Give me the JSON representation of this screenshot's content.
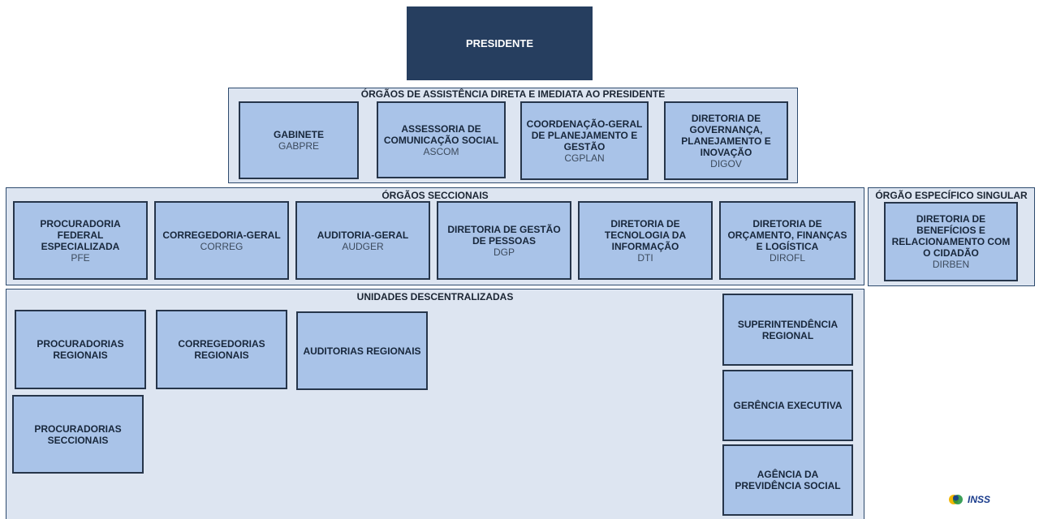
{
  "presidente": "PRESIDENTE",
  "assistencia": {
    "title": "ÓRGÃOS DE ASSISTÊNCIA DIRETA E IMEDIATA AO PRESIDENTE",
    "boxes": [
      {
        "title": "GABINETE",
        "abbr": "GABPRE"
      },
      {
        "title": "ASSESSORIA DE COMUNICAÇÃO SOCIAL",
        "abbr": "ASCOM"
      },
      {
        "title": "COORDENAÇÃO-GERAL DE PLANEJAMENTO E GESTÃO",
        "abbr": "CGPLAN"
      },
      {
        "title": "DIRETORIA DE GOVERNANÇA, PLANEJAMENTO E INOVAÇÃO",
        "abbr": "DIGOV"
      }
    ]
  },
  "seccionais": {
    "title": "ÓRGÃOS SECCIONAIS",
    "boxes": [
      {
        "title": "PROCURADORIA FEDERAL ESPECIALIZADA",
        "abbr": "PFE"
      },
      {
        "title": "CORREGEDORIA-GERAL",
        "abbr": "CORREG"
      },
      {
        "title": "AUDITORIA-GERAL",
        "abbr": "AUDGER"
      },
      {
        "title": "DIRETORIA DE GESTÃO DE PESSOAS",
        "abbr": "DGP"
      },
      {
        "title": "DIRETORIA DE TECNOLOGIA DA INFORMAÇÃO",
        "abbr": "DTI"
      },
      {
        "title": "DIRETORIA DE ORÇAMENTO, FINANÇAS E LOGÍSTICA",
        "abbr": "DIROFL"
      }
    ]
  },
  "singular": {
    "title": "ÓRGÃO ESPECÍFICO SINGULAR",
    "box": {
      "title": "DIRETORIA DE BENEFÍCIOS E RELACIONAMENTO COM O CIDADÃO",
      "abbr": "DIRBEN"
    }
  },
  "descentralizadas": {
    "title": "UNIDADES DESCENTRALIZADAS",
    "boxes": [
      {
        "title": "PROCURADORIAS REGIONAIS"
      },
      {
        "title": "CORREGEDORIAS REGIONAIS"
      },
      {
        "title": "AUDITORIAS REGIONAIS"
      },
      {
        "title": "PROCURADORIAS SECCIONAIS"
      },
      {
        "title": "SUPERINTENDÊNCIA REGIONAL"
      },
      {
        "title": "GERÊNCIA EXECUTIVA"
      },
      {
        "title": "AGÊNCIA DA PREVIDÊNCIA SOCIAL"
      }
    ]
  },
  "logo": {
    "text": "INSS"
  },
  "colors": {
    "president": "#263e5f",
    "box_fill": "#a9c3e8",
    "box_border": "#26354a",
    "panel_fill": "#dde5f1",
    "panel_border": "#2e4b6e"
  }
}
